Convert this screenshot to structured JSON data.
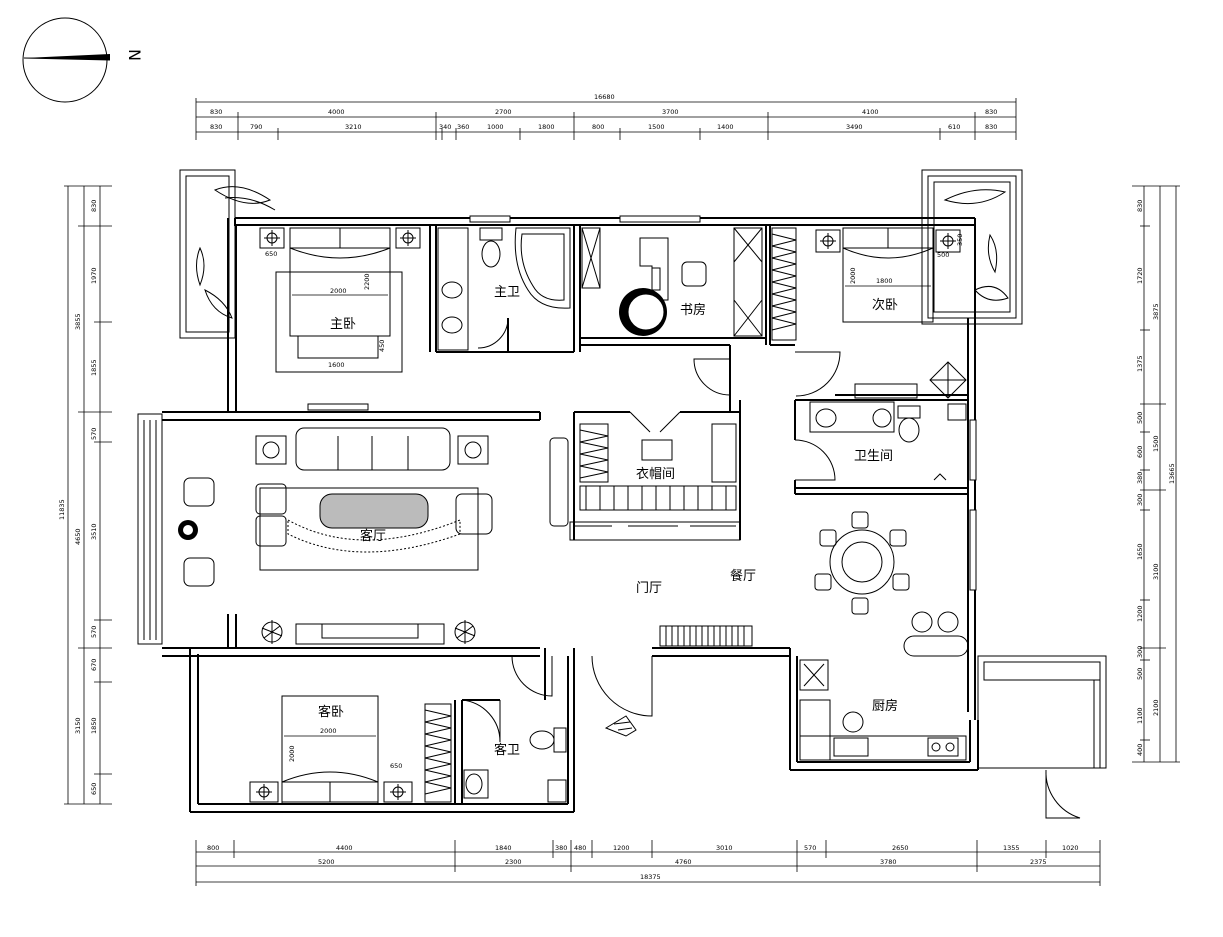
{
  "compass": {
    "north_label": "N"
  },
  "rooms": {
    "master_bedroom": "主卧",
    "master_bath": "主卫",
    "study": "书房",
    "second_bedroom": "次卧",
    "living_room": "客厅",
    "walk_in_closet": "衣帽间",
    "toilet": "卫生间",
    "foyer": "门厅",
    "dining_room": "餐厅",
    "kitchen": "厨房",
    "guest_bedroom": "客卧",
    "guest_bath": "客卫"
  },
  "furniture_dims": {
    "master_bed_width": "2000",
    "master_bed_length": "2200",
    "master_bed_650": "650",
    "master_bed_450": "450",
    "master_bed_1600": "1600",
    "second_bed_width": "1800",
    "second_bed_2000": "2000",
    "second_bed_500": "500",
    "second_bed_350": "350",
    "guest_bed_width": "2000",
    "guest_bed_2000": "2000",
    "guest_bed_650": "650"
  },
  "dimensions": {
    "top_total": "16680",
    "top_row1": [
      "830",
      "4000",
      "2700",
      "3700",
      "4100",
      "830"
    ],
    "top_row2": [
      "830",
      "790",
      "3210",
      "340",
      "360",
      "1000",
      "1800",
      "800",
      "1500",
      "1400",
      "3490",
      "610",
      "830"
    ],
    "bottom_row1": [
      "800",
      "4400",
      "1840",
      "380",
      "480",
      "1200",
      "3010",
      "570",
      "2650",
      "1355",
      "1020"
    ],
    "bottom_row2": [
      "5200",
      "2300",
      "4760",
      "3780",
      "2375"
    ],
    "bottom_total": "18375",
    "left_outer": "11835",
    "left_row1": [
      "3855",
      "4650",
      "3150"
    ],
    "left_row2": [
      "830",
      "1970",
      "1855",
      "570",
      "3510",
      "570",
      "670",
      "1850",
      "650"
    ],
    "right_outer": "13665",
    "right_row1": [
      "3875",
      "1500",
      "3100",
      "2100"
    ],
    "right_row2": [
      "830",
      "1720",
      "1375",
      "500",
      "600",
      "380",
      "300",
      "1650",
      "1200",
      "300",
      "500",
      "1100",
      "400"
    ]
  }
}
